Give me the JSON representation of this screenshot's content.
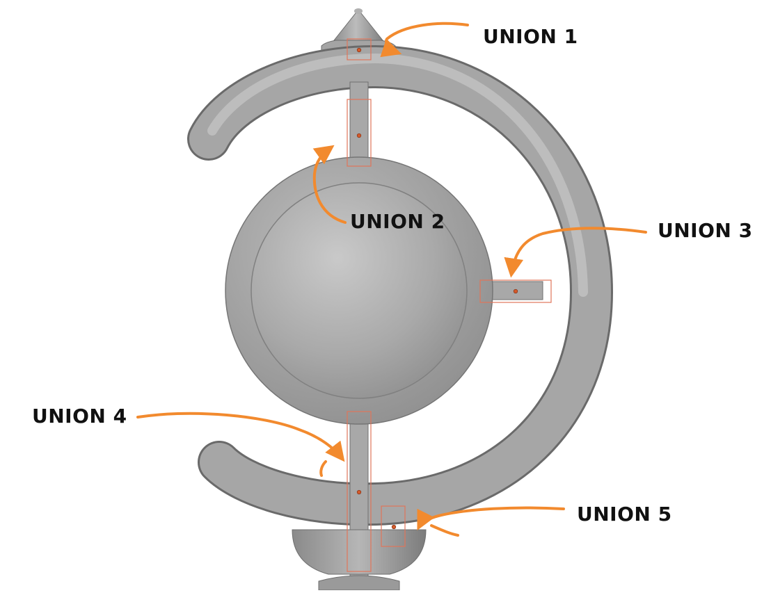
{
  "labels": {
    "union_1": "UNION 1",
    "union_2": "UNION 2",
    "union_3": "UNION 3",
    "union_4": "UNION 4",
    "union_5": "UNION 5"
  },
  "colors": {
    "model_gray": "#a9a9a9",
    "model_dark": "#6e6e6e",
    "annotation_arrow": "#f28a2e",
    "selection_box": "#e0755a",
    "pivot_dot": "#d45a2a",
    "label_text": "#111111",
    "background": "#ffffff"
  }
}
